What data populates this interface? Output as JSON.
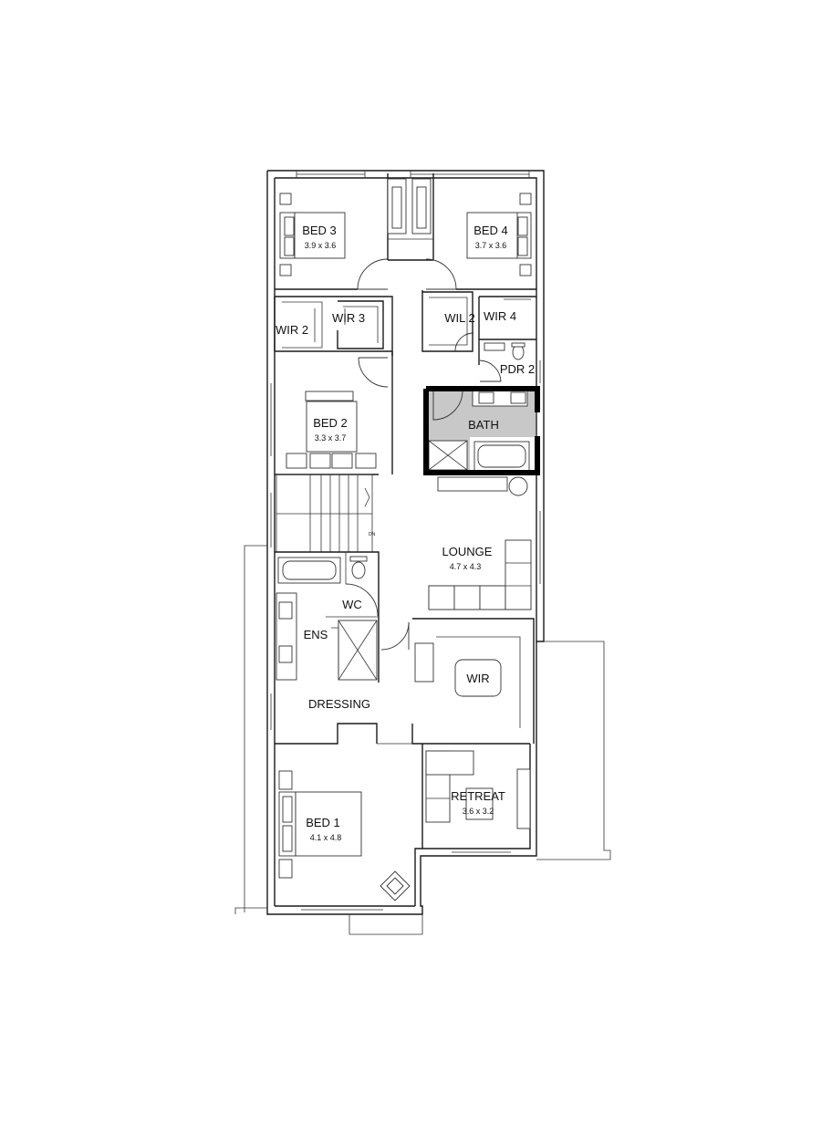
{
  "rooms": {
    "bed3": {
      "name": "BED 3",
      "dims": "3.9 x 3.6"
    },
    "bed4": {
      "name": "BED 4",
      "dims": "3.7 x 3.6"
    },
    "wir2": {
      "name": "WIR 2"
    },
    "wir3": {
      "name": "WIR 3"
    },
    "wil2": {
      "name": "WIL 2"
    },
    "wir4": {
      "name": "WIR 4"
    },
    "pdr2": {
      "name": "PDR 2"
    },
    "bath": {
      "name": "BATH"
    },
    "bed2": {
      "name": "BED 2",
      "dims": "3.3 x 3.7"
    },
    "lounge": {
      "name": "LOUNGE",
      "dims": "4.7 x 4.3"
    },
    "wc": {
      "name": "WC"
    },
    "ens": {
      "name": "ENS"
    },
    "wir": {
      "name": "WIR"
    },
    "dressing": {
      "name": "DRESSING"
    },
    "retreat": {
      "name": "RETREAT",
      "dims": "3.6 x 3.2"
    },
    "bed1": {
      "name": "BED 1",
      "dims": "4.1 x 4.8"
    }
  },
  "stair": {
    "direction_label": "DN"
  },
  "colors": {
    "wall": "#1a1a1a",
    "wet_area": "#c8c8c8",
    "background": "#ffffff"
  }
}
